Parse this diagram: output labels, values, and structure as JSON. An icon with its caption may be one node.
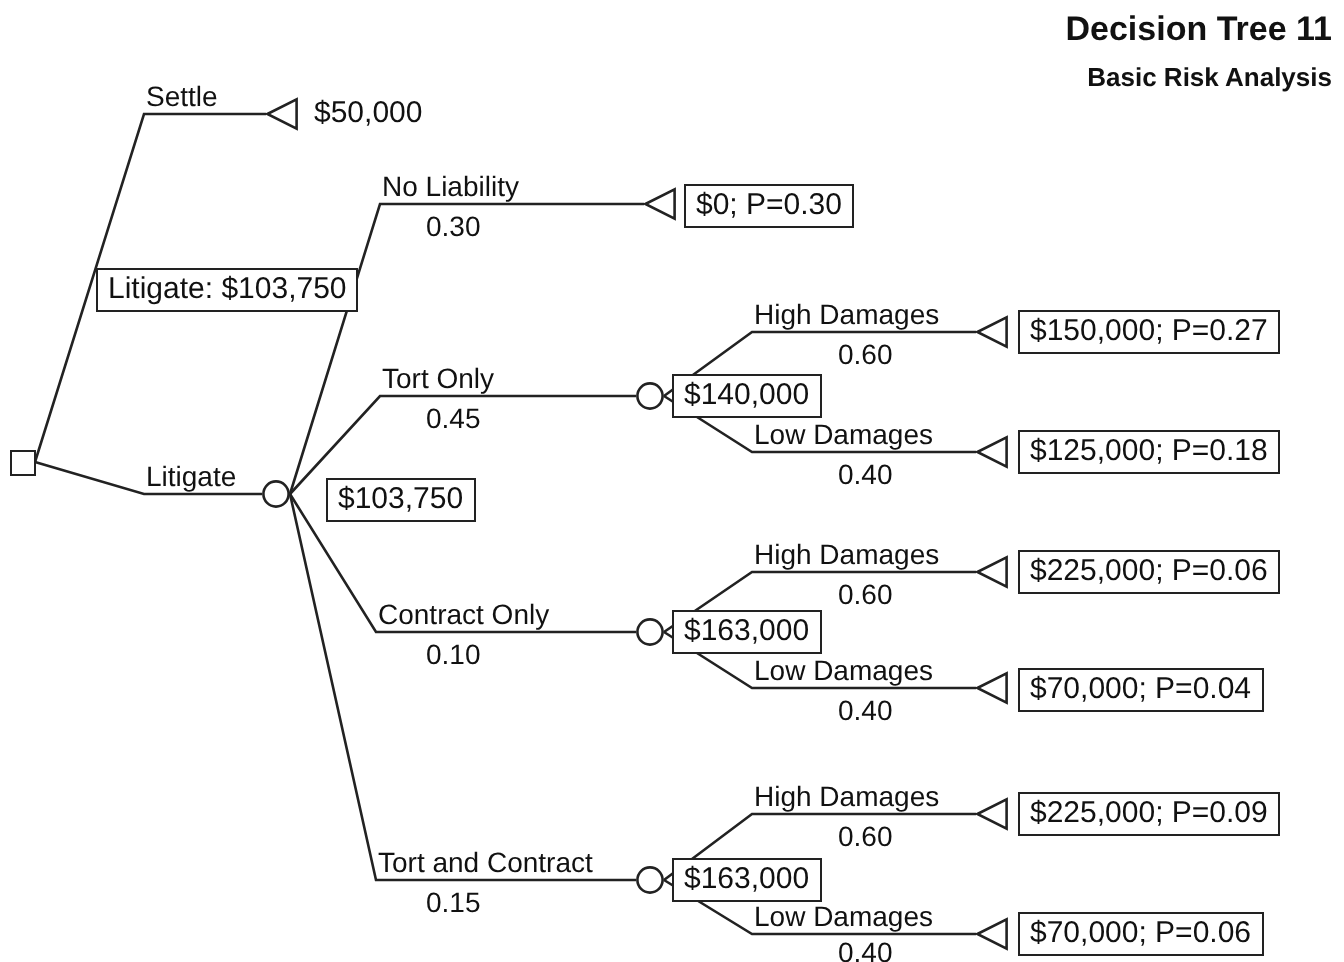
{
  "diagram": {
    "title": "Decision Tree 11",
    "nodes": [
      {
        "text": [],
        "shape": "box"
      },
      {
        "text": [],
        "shape": "triangle",
        "beside": [
          "$50,000"
        ]
      },
      {
        "text": [],
        "shape": "circle",
        "beside": [
          "$103,750"
        ]
      },
      {
        "text": [],
        "shape": "triangle",
        "beside": [
          "$0; P=0.30"
        ]
      },
      {
        "text": [],
        "shape": "circle",
        "beside": [
          "$140,000"
        ]
      },
      {
        "text": [],
        "shape": "triangle",
        "beside": [
          "$150,000; P=0.27"
        ]
      },
      {
        "text": [],
        "shape": "triangle",
        "beside": [
          "$125,000; P=0.18"
        ]
      },
      {
        "text": [],
        "shape": "circle",
        "beside": [
          "$163,000"
        ]
      },
      {
        "text": [],
        "shape": "triangle",
        "beside": [
          "$225,000; P=0.06"
        ]
      },
      {
        "text": [],
        "shape": "triangle",
        "beside": [
          "$70,000; P=0.04"
        ]
      },
      {
        "text": [],
        "shape": "circle",
        "beside": [
          "$163,000"
        ]
      },
      {
        "text": [],
        "shape": "triangle",
        "beside": [
          "$225,000; P=0.09"
        ]
      },
      {
        "text": [],
        "shape": "triangle",
        "beside": [
          "$70,000; P=0.06"
        ]
      }
    ],
    "edges": [
      {
        "from": 0,
        "to": 1,
        "arrow": "none",
        "label": "Settle"
      },
      {
        "from": 0,
        "to": 2,
        "arrow": "none",
        "label": "Litigate"
      },
      {
        "from": 2,
        "to": 3,
        "arrow": "none",
        "label": "No Liability"
      },
      {
        "from": 2,
        "to": 4,
        "arrow": "none",
        "label": "Tort Only"
      },
      {
        "from": 4,
        "to": 5,
        "arrow": "none",
        "label": "High Damages"
      },
      {
        "from": 4,
        "to": 6,
        "arrow": "none",
        "label": "Low Damages"
      },
      {
        "from": 2,
        "to": 7,
        "arrow": "none",
        "label": "Contract Only"
      },
      {
        "from": 7,
        "to": 8,
        "arrow": "none",
        "label": "High Damages"
      },
      {
        "from": 7,
        "to": 9,
        "arrow": "none",
        "label": "Low Damages"
      },
      {
        "from": 2,
        "to": 10,
        "arrow": "none",
        "label": "Tort and Contract"
      },
      {
        "from": 10,
        "to": 11,
        "arrow": "none",
        "label": "High Damages"
      },
      {
        "from": 10,
        "to": 12,
        "arrow": "none",
        "label": "Low Damages"
      }
    ],
    "labels": [
      "Basic Risk Analysis",
      "0.30",
      "Litigate: $103,750",
      "0.45",
      "0.60",
      "0.40",
      "0.10",
      "0.60",
      "0.40",
      "0.15",
      "0.60",
      "0.40"
    ]
  }
}
